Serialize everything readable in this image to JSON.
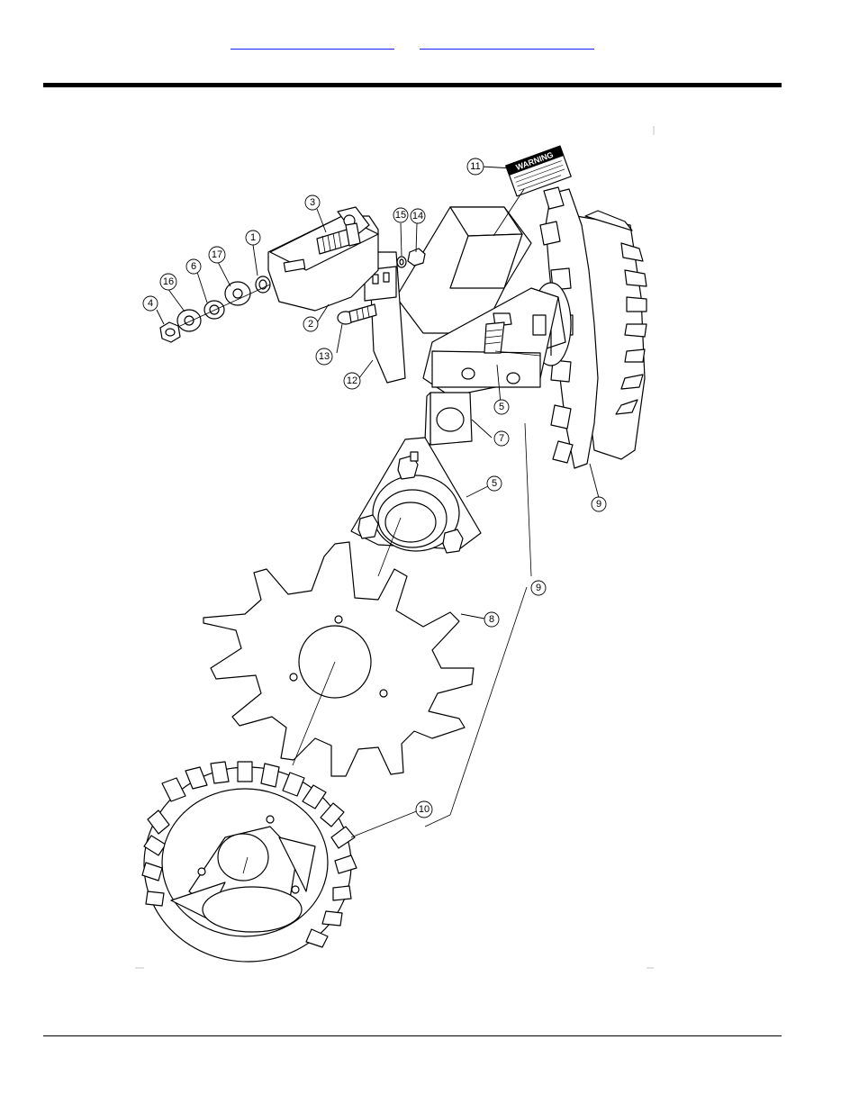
{
  "header": {
    "links": [
      "",
      ""
    ]
  },
  "decal": {
    "title": "WARNING"
  },
  "callouts": [
    {
      "id": "c-1",
      "label": "1"
    },
    {
      "id": "c-2",
      "label": "2"
    },
    {
      "id": "c-3",
      "label": "3"
    },
    {
      "id": "c-4",
      "label": "4"
    },
    {
      "id": "c-5a",
      "label": "5"
    },
    {
      "id": "c-5b",
      "label": "5"
    },
    {
      "id": "c-6",
      "label": "6"
    },
    {
      "id": "c-7",
      "label": "7"
    },
    {
      "id": "c-8",
      "label": "8"
    },
    {
      "id": "c-9a",
      "label": "9"
    },
    {
      "id": "c-9b",
      "label": "9"
    },
    {
      "id": "c-10",
      "label": "10"
    },
    {
      "id": "c-11",
      "label": "11"
    },
    {
      "id": "c-12",
      "label": "12"
    },
    {
      "id": "c-13",
      "label": "13"
    },
    {
      "id": "c-14",
      "label": "14"
    },
    {
      "id": "c-15",
      "label": "15"
    },
    {
      "id": "c-16",
      "label": "16"
    },
    {
      "id": "c-17",
      "label": "17"
    }
  ]
}
